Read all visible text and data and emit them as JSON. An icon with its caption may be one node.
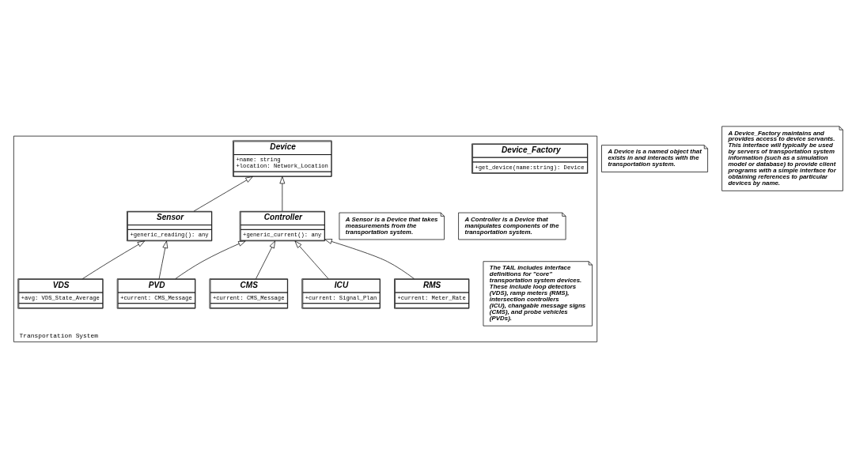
{
  "diagram": {
    "nodes": [
      {
        "text": [
          "Transportation System"
        ]
      },
      {
        "text": [
          "A Device is a named object that exists in and interacts with the transportation system."
        ]
      },
      {
        "text": [
          "Device",
          "+name: string",
          "+location: Network_Location"
        ],
        "in": 0
      },
      {
        "text": [
          "Device_Factory",
          "+get_device(name:string): Device"
        ],
        "in": 0
      },
      {
        "text": [
          "A Device_Factory maintains and provides access to device servants. This interface will typically be used by servers of transportation system information (such as a simulation model or database) to provide client programs with a simple interface for obtaining references to particular devices by name."
        ]
      },
      {
        "text": [
          "A Sensor is a Device that takes measurements from the transportation system."
        ],
        "in": 0
      },
      {
        "text": [
          "Sensor",
          "+generic_reading(): any"
        ],
        "in": 0
      },
      {
        "text": [
          "Controller",
          "+generic_current(): any"
        ],
        "in": 0
      },
      {
        "text": [
          "A Controller is a Device that manipulates components of the transportation system."
        ],
        "in": 0
      },
      {
        "text": [
          "The TAIL includes interface definitions for \"core\" transportation system devices.  These include loop detectors (VDS), ramp meters (RMS), intersection controllers (ICU), changable message signs (CMS), and probe vehicles (PVDs)."
        ],
        "in": 0
      },
      {
        "text": [
          "VDS",
          "+avg: VDS_State_Average"
        ],
        "in": 0
      },
      {
        "text": [
          "RMS",
          "+current: Meter_Rate"
        ],
        "in": 0
      },
      {
        "text": [
          "PVD",
          "+current: CMS_Message"
        ],
        "in": 0
      },
      {
        "text": [
          "ICU",
          "+current: Signal_Plan"
        ],
        "in": 0
      },
      {
        "text": [
          "CMS",
          "+current: CMS_Message"
        ],
        "in": 0
      }
    ],
    "edges": [
      {
        "from": 6,
        "to": 2,
        "arrow": "to"
      },
      {
        "from": 7,
        "to": 2,
        "arrow": "to"
      },
      {
        "from": 10,
        "to": 6,
        "arrow": "to"
      },
      {
        "from": 12,
        "to": 6,
        "arrow": "to"
      },
      {
        "from": 12,
        "to": 7,
        "arrow": "to"
      },
      {
        "from": 11,
        "to": 7,
        "arrow": "to"
      },
      {
        "from": 13,
        "to": 7,
        "arrow": "to"
      },
      {
        "from": 14,
        "to": 7,
        "arrow": "to"
      }
    ]
  }
}
